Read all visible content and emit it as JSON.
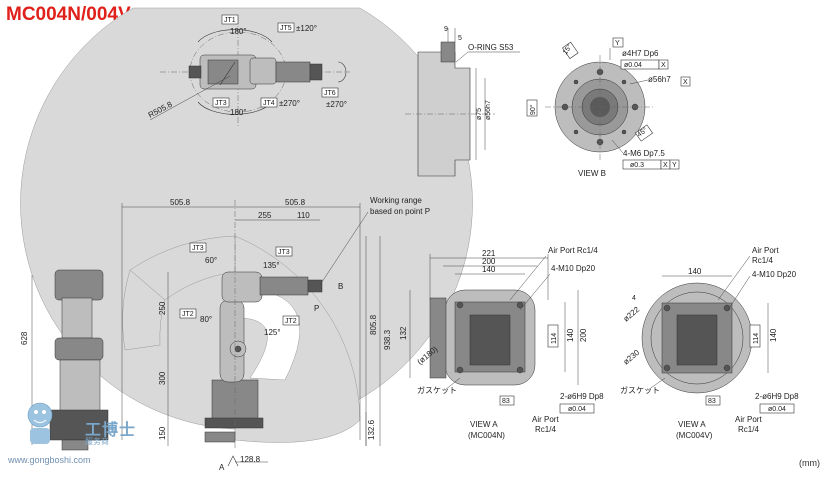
{
  "title": "MC004N/004V",
  "unit": "(mm)",
  "watermark": {
    "brand": "工博士",
    "service": "服务商",
    "url": "www.gongboshi.com"
  },
  "top_view": {
    "j1_tag": "JT1",
    "j1_angle": "180°",
    "j5_tag": "JT5",
    "j5_angle": "±120°",
    "j3_tag": "JT3",
    "j3_angle": "180°",
    "j4_tag": "JT4",
    "j4_angle": "±270°",
    "j6_tag": "JT6",
    "j6_angle": "±270°",
    "radius": "R505.8"
  },
  "flange_section": {
    "dim_9": "9",
    "dim_5": "5",
    "oring": "O-RING S53",
    "dia75": "ø75",
    "dia56": "ø56h7"
  },
  "view_b": {
    "caption": "VIEW  B",
    "hole1": "ø4H7 Dp6",
    "tol1_val": "ø0.04",
    "tol1_ref": "X",
    "dia56h7": "ø56h7",
    "dia56_ref": "X",
    "ref_y": "Y",
    "ang15": "15°",
    "ang90": "90°",
    "ang45": "45°",
    "bolt": "4-M6 Dp7.5",
    "tol2_val": "ø0.3",
    "tol2_ref1": "X",
    "tol2_ref2": "Y"
  },
  "side_view": {
    "working_range_1": "Working range",
    "working_range_2": "based on point P",
    "w505_left": "505.8",
    "w505_right": "505.8",
    "w255": "255",
    "w110": "110",
    "j3_tag": "JT3",
    "j3_angle": "60°",
    "jt3b_tag": "JT3",
    "ang135": "135°",
    "jt2_tag": "JT2",
    "ang80": "80°",
    "jt2b_tag": "JT2",
    "ang125": "125°",
    "point_p": "P",
    "point_b": "B",
    "point_a": "A",
    "h250": "250",
    "h300": "300",
    "h150": "150",
    "h805": "805.8",
    "h938": "938.3",
    "h132": "132.6",
    "w128": "128.8",
    "h628": "628"
  },
  "view_a_n": {
    "caption1": "VIEW  A",
    "caption2": "(MC004N)",
    "w221": "221",
    "w200": "200",
    "w140": "140",
    "air_top": "Air Port Rc1/4",
    "m10": "4-M10 Dp20",
    "h132": "132",
    "dia180": "(ø180)",
    "h114": "114",
    "h140": "140",
    "h200": "200",
    "gasket": "ガスケット",
    "w83": "83",
    "pin": "2-ø6H9 Dp8",
    "tol_val": "ø0.04",
    "air_bot1": "Air Port",
    "air_bot2": "Rc1/4"
  },
  "view_a_v": {
    "caption1": "VIEW  A",
    "caption2": "(MC004V)",
    "w140": "140",
    "air_top1": "Air Port",
    "air_top2": "Rc1/4",
    "m10": "4-M10 Dp20",
    "dia222": "ø222",
    "dia230": "ø230",
    "ang4": "4",
    "h114": "114",
    "h140": "140",
    "gasket": "ガスケット",
    "w83": "83",
    "pin": "2-ø6H9 Dp8",
    "tol_val": "ø0.04",
    "air_bot1": "Air Port",
    "air_bot2": "Rc1/4"
  }
}
